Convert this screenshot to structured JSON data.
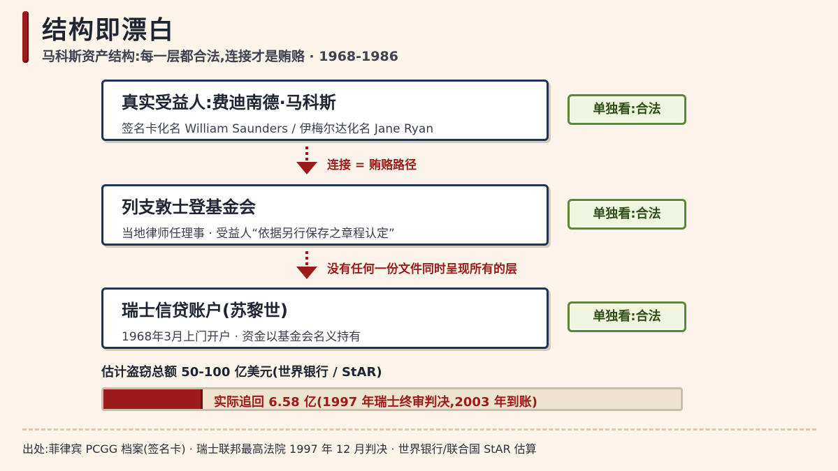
{
  "header": {
    "title": "结构即漂白",
    "subtitle": "马科斯资产结构:每一层都合法,连接才是贿赂 · 1968-1986"
  },
  "layers": [
    {
      "name": "真实受益人:费迪南德·马科斯",
      "desc": "签名卡化名 William Saunders / 伊梅尔达化名 Jane Ryan",
      "badge": "单独看:合法"
    },
    {
      "name": "列支敦士登基金会",
      "desc": "当地律师任理事 · 受益人“依据另行保存之章程认定”",
      "badge": "单独看:合法"
    },
    {
      "name": "瑞士信贷账户(苏黎世)",
      "desc": "1968年3月上门开户 · 资金以基金会名义持有",
      "badge": "单独看:合法"
    }
  ],
  "connectors": [
    {
      "label": "连接 = 贿赂路径"
    },
    {
      "label": "没有任何一份文件同时呈现所有的层"
    }
  ],
  "recovery": {
    "estimate_text": "估计盗窃总额 50-100 亿美元(世界银行 / StAR)",
    "recovered_text": "实际追回 6.58 亿(1997 年瑞士终审判决,2003 年到账)",
    "estimated_total_100m_usd": 100,
    "recovered_100m_usd": 6.58,
    "bar_fill_fraction": 0.172
  },
  "footer": {
    "source": "出处:菲律宾 PCGG 档案(签名卡) · 瑞士联邦最高法院 1997 年 12 月判决 · 世界银行/联合国 StAR 估算"
  },
  "colors": {
    "background": "#faf4ea",
    "accent_red": "#9c1a1a",
    "box_border_navy": "#1f3258",
    "badge_green": "#5d8636",
    "badge_fill": "#f0f5df",
    "bar_track": "#ede3cf"
  }
}
